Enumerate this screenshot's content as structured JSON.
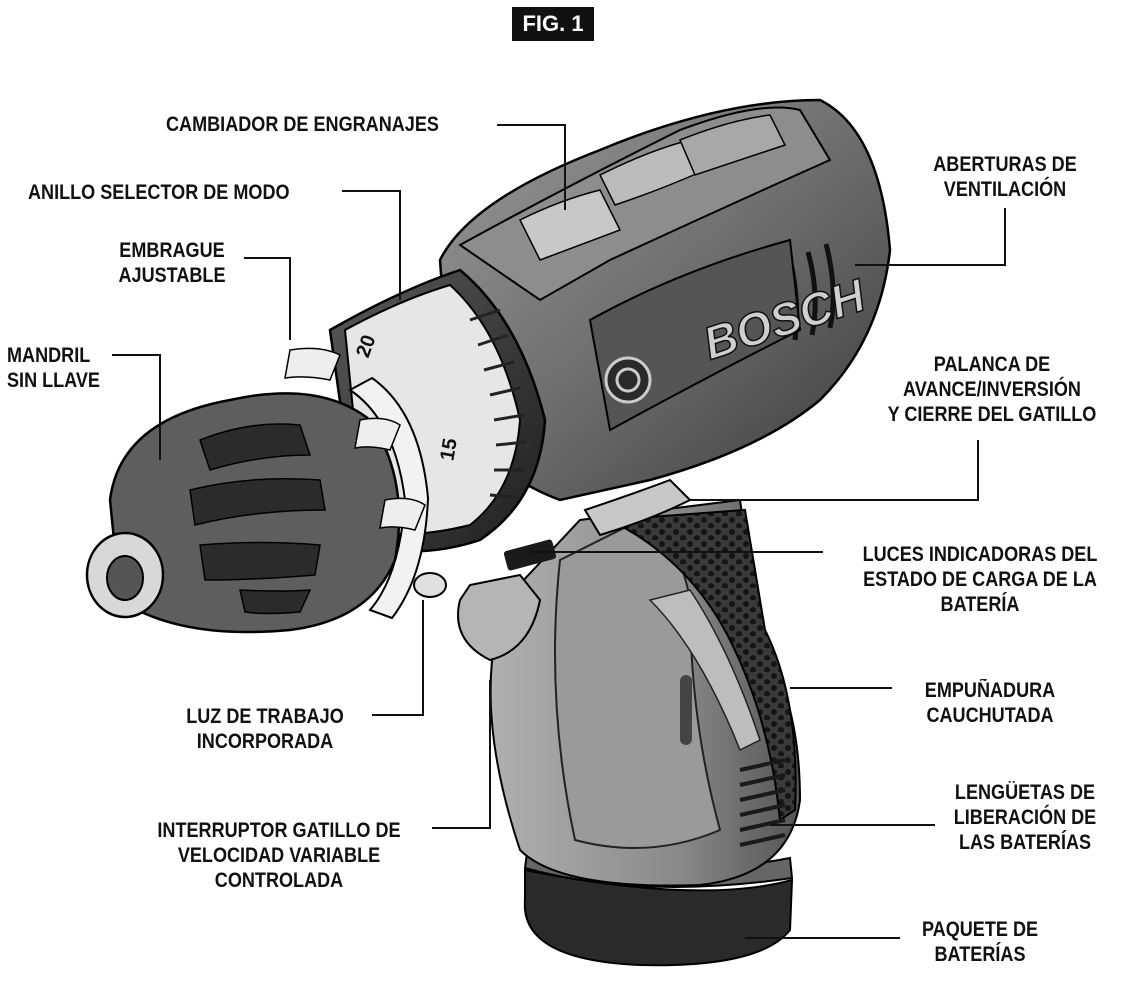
{
  "figure_label": "FIG. 1",
  "brand": "BOSCH",
  "callouts": {
    "gear_shifter": "CAMBIADOR DE ENGRANAJES",
    "mode_ring": "ANILLO SELECTOR DE MODO",
    "clutch": [
      "EMBRAGUE",
      "AJUSTABLE"
    ],
    "chuck": [
      "MANDRIL",
      "SIN LLAVE"
    ],
    "vents": [
      "ABERTURAS DE",
      "VENTILACIÓN"
    ],
    "fwd_rev": [
      "PALANCA DE",
      "AVANCE/INVERSIÓN",
      "Y  CIERRE DEL GATILLO"
    ],
    "battery_lights": [
      "LUCES INDICADORAS DEL",
      "ESTADO DE CARGA DE LA",
      "BATERÍA"
    ],
    "grip": [
      "EMPUÑADURA",
      "CAUCHUTADA"
    ],
    "work_light": [
      "LUZ DE TRABAJO",
      "INCORPORADA"
    ],
    "trigger": [
      "INTERRUPTOR GATILLO DE",
      "VELOCIDAD VARIABLE",
      "CONTROLADA"
    ],
    "release_tabs": [
      "LENGÜETAS DE",
      "LIBERACIÓN DE",
      "LAS BATERÍAS"
    ],
    "battery_pack": [
      "PAQUETE DE",
      "BATERÍAS"
    ]
  },
  "clutch_numbers": [
    "20",
    "15"
  ]
}
